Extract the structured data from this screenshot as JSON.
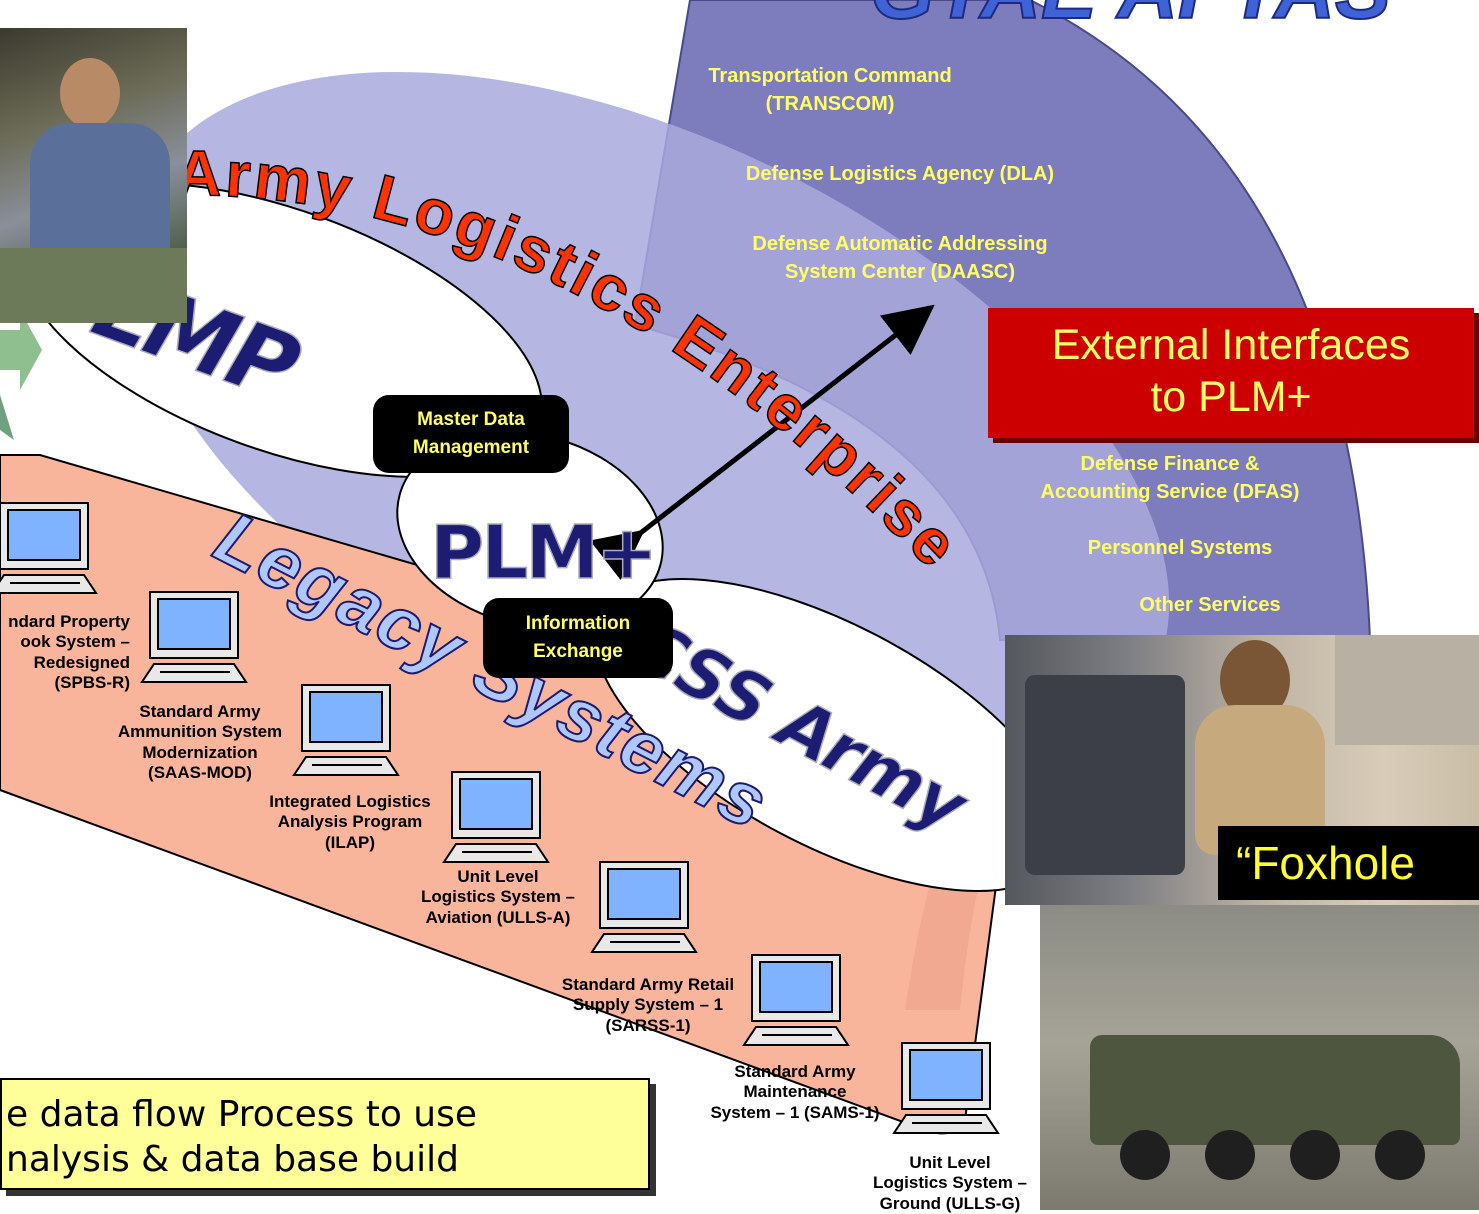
{
  "title_fragment": "GTAE AFTAS",
  "arc_title": "Army Logistics Enterprise",
  "lmp_label": "LMP",
  "plm_label": "PLM+",
  "gcss_label": "GCSS Army",
  "legacy_title": "Legacy Systems",
  "master_data": "Master Data\nManagement",
  "info_exchange": "Information\nExchange",
  "external_top": [
    "Transportation Command\n(TRANSCOM)",
    "Defense Logistics Agency (DLA)",
    "Defense Automatic Addressing\nSystem Center (DAASC)"
  ],
  "external_bottom": [
    "Defense Finance &\nAccounting Service (DFAS)",
    "Personnel Systems",
    "Other Services"
  ],
  "external_box": "External Interfaces\nto PLM+",
  "foxhole": "“Foxhole",
  "legacy_systems": [
    "ndard Property\nook System –\nRedesigned\n(SPBS-R)",
    "Standard Army\nAmmunition System\nModernization\n(SAAS-MOD)",
    "Integrated Logistics\nAnalysis Program\n(ILAP)",
    "Unit Level\nLogistics System –\nAviation (ULLS-A)",
    "Standard Army Retail\nSupply System – 1\n(SARSS-1)",
    "Standard Army\nMaintenance\nSystem – 1 (SAMS-1)",
    "Unit Level\nLogistics System –\nGround (ULLS-G)"
  ],
  "note_text": "e data flow Process to use\nnalysis & data base build",
  "colors": {
    "arc_text": "#ff3300",
    "legacy_band": "#f9b59b",
    "enterprise_ellipse": "#9e9ed6",
    "external_wedge": "#7d7dbe",
    "red_box": "#cc0000",
    "label_yellow": "#ffff66",
    "note_bg": "#ffff99"
  }
}
